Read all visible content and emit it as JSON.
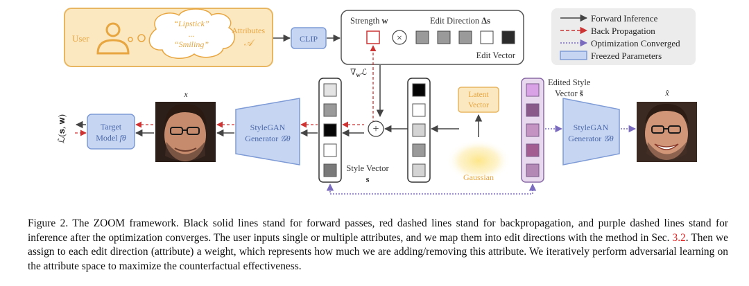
{
  "figure": {
    "user_panel": {
      "user_label": "User",
      "bubble_line1": "“Lipstick”",
      "bubble_line2": "...",
      "bubble_line3": "“Smiling”",
      "attributes_label": "Attributes",
      "attributes_symbol": "𝒜"
    },
    "clip_label": "CLIP",
    "edit_vector_panel": {
      "strength_label": "Strength",
      "strength_symbol": "w",
      "times_symbol": "×",
      "direction_label": "Edit Direction",
      "direction_symbol": "Δs",
      "panel_label": "Edit Vector",
      "direction_cells": [
        "#9a9a9a",
        "#9a9a9a",
        "#9a9a9a",
        "#ffffff",
        "#2b2b2b"
      ]
    },
    "gradient_label": "∇",
    "gradient_sub": "w",
    "gradient_rest": "ℒ",
    "legend": {
      "items": [
        {
          "label": "Forward Inference",
          "style": "solid"
        },
        {
          "label": "Back Propagation",
          "style": "dashed-red"
        },
        {
          "label": "Optimization Converged",
          "style": "dotted-purple"
        },
        {
          "label": "Freezed Parameters",
          "style": "box-blue"
        }
      ]
    },
    "loss_label": "ℒ(𝐬, 𝐰)",
    "target_model": {
      "line1": "Target",
      "line2": "Model",
      "symbol": "fθ"
    },
    "x_label": "x",
    "x_hat_label": "x̂",
    "generator_left": {
      "line1": "StyleGAN",
      "line2": "Generator",
      "symbol": "𝒢θ"
    },
    "generator_right": {
      "line1": "StyleGAN",
      "line2": "Generator",
      "symbol": "𝒢θ"
    },
    "style_vector": {
      "label": "Style Vector",
      "symbol": "s",
      "cells": [
        "#e4e4e4",
        "#9a9a9a",
        "#050505",
        "#ffffff",
        "#7a7a7a"
      ]
    },
    "latent_vector_cells": [
      "#050505",
      "#ffffff",
      "#d4d4d4",
      "#9a9a9a",
      "#d4d4d4"
    ],
    "plus_symbol": "+",
    "latent_box": {
      "line1": "Latent",
      "line2": "Vector"
    },
    "gaussian_label": "Gaussian",
    "edited_style": {
      "line1": "Edited Style",
      "line2": "Vector",
      "symbol": "s̃",
      "cells": [
        "#d9a2e6",
        "#8a5a8a",
        "#c593c2",
        "#a35d91",
        "#b388b5"
      ]
    },
    "colors": {
      "orange_fill": "#fbe7c0",
      "orange_stroke": "#e8b661",
      "blue_fill": "#c6d6f2",
      "blue_stroke": "#7e9bd6",
      "red_dashed": "#cc3333",
      "purple_dotted": "#7b6bbf",
      "legend_bg": "#ececec"
    }
  },
  "caption": {
    "part1": "Figure 2. The ZOOM framework. Black solid lines stand for forward passes, red dashed lines stand for backpropagation, and purple dashed lines stand for inference after the optimization converges. The user inputs single or multiple attributes, and we map them into edit directions with the method in Sec. ",
    "ref": "3.2",
    "part2": ". Then we assign to each edit direction (attribute) a weight, which represents how much we are adding/removing this attribute. We iteratively perform adversarial learning on the attribute space to maximize the counterfactual effectiveness."
  }
}
